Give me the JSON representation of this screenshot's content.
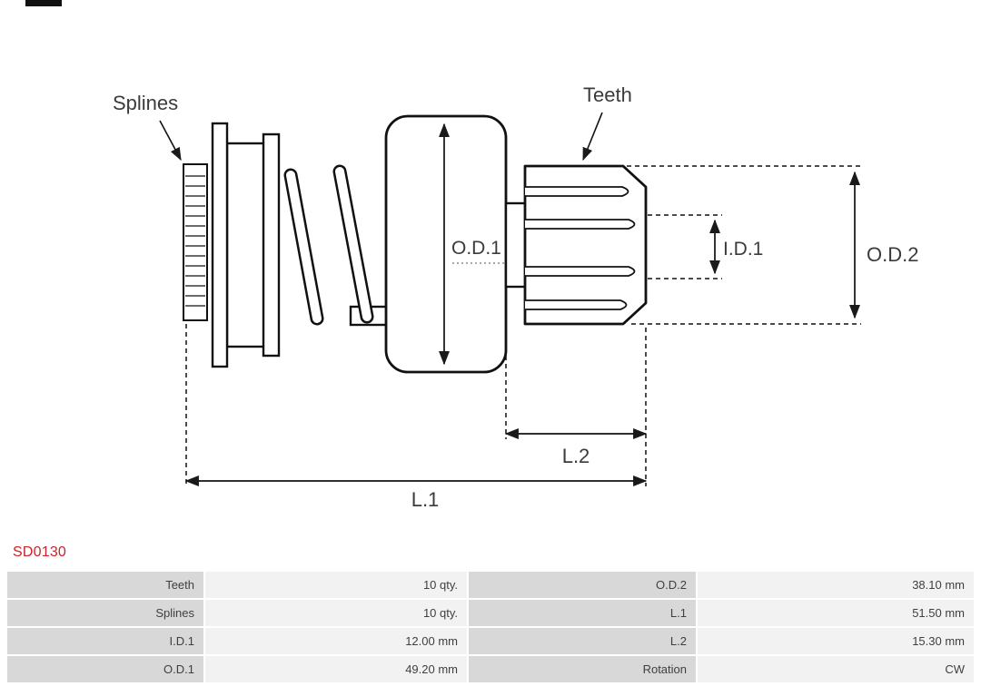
{
  "part_number": "SD0130",
  "diagram": {
    "labels": {
      "splines": "Splines",
      "teeth": "Teeth",
      "od1": "O.D.1",
      "id1": "I.D.1",
      "od2": "O.D.2",
      "l1": "L.1",
      "l2": "L.2"
    }
  },
  "specs": {
    "rows": [
      {
        "k1": "Teeth",
        "v1": "10 qty.",
        "k2": "O.D.2",
        "v2": "38.10 mm"
      },
      {
        "k1": "Splines",
        "v1": "10 qty.",
        "k2": "L.1",
        "v2": "51.50 mm"
      },
      {
        "k1": "I.D.1",
        "v1": "12.00 mm",
        "k2": "L.2",
        "v2": "15.30 mm"
      },
      {
        "k1": "O.D.1",
        "v1": "49.20 mm",
        "k2": "Rotation",
        "v2": "CW"
      }
    ]
  },
  "colors": {
    "accent_red": "#cc2229",
    "table_label_bg": "#d8d8d8",
    "table_value_bg": "#f2f2f2"
  }
}
